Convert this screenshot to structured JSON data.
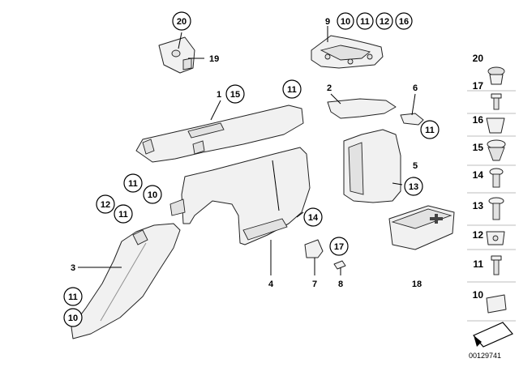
{
  "diagram_number": "00129741",
  "callouts": {
    "c20_top": "20",
    "c19": "19",
    "c9": "9",
    "c9_b10": "10",
    "c9_b11": "11",
    "c9_b12": "12",
    "c9_b16": "16",
    "c1": "1",
    "c1_b15": "15",
    "c11_top": "11",
    "c2": "2",
    "c6": "6",
    "c6_b11": "11",
    "c5": "5",
    "c5_b13": "13",
    "c11_mid": "11",
    "c10_mid": "10",
    "c12_left": "12",
    "c11_left": "11",
    "c14": "14",
    "c17_mid": "17",
    "c3": "3",
    "c4": "4",
    "c7": "7",
    "c8": "8",
    "c18": "18",
    "c11_bottom": "11",
    "c10_bottom": "10"
  },
  "sidebar": {
    "items": [
      {
        "label": "20",
        "icon": "cap-clip-icon"
      },
      {
        "label": "17",
        "icon": "screw-icon"
      },
      {
        "label": "16",
        "icon": "clip-nut-icon"
      },
      {
        "label": "15",
        "icon": "expanding-rivet-icon"
      },
      {
        "label": "14",
        "icon": "rivet-icon"
      },
      {
        "label": "13",
        "icon": "bolt-icon"
      },
      {
        "label": "12",
        "icon": "spring-nut-icon"
      },
      {
        "label": "11",
        "icon": "screw-icon"
      },
      {
        "label": "10",
        "icon": "clamp-icon"
      }
    ]
  },
  "colors": {
    "line": "#000000",
    "part_fill": "#f1f1f1",
    "background": "#ffffff"
  }
}
